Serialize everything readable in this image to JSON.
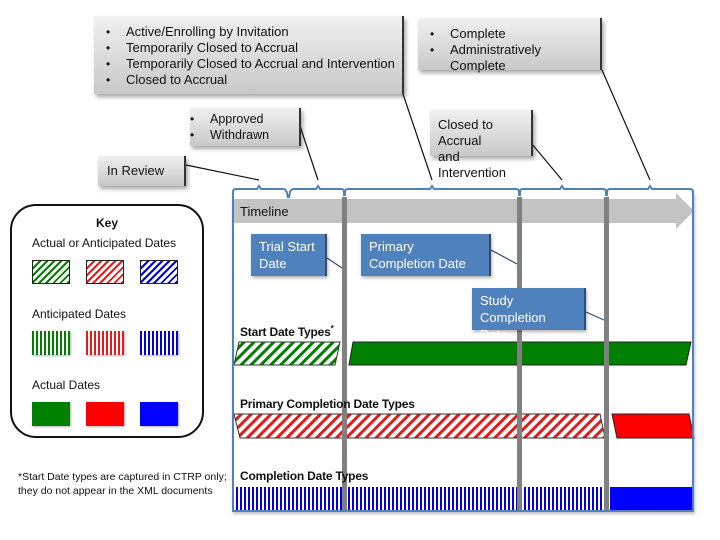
{
  "callouts": {
    "active_group": {
      "items": [
        "Active/Enrolling by Invitation",
        "Temporarily Closed to Accrual",
        "Temporarily Closed to Accrual and Intervention",
        "Closed to Accrual"
      ]
    },
    "complete_group": {
      "items": [
        "Complete",
        "Administratively Complete"
      ]
    },
    "approved_group": {
      "items": [
        "Approved",
        "Withdrawn"
      ]
    },
    "in_review": {
      "label": "In Review"
    },
    "closed_intervention": {
      "line1": "Closed to Accrual",
      "line2": "and Intervention"
    }
  },
  "timeline": {
    "label": "Timeline",
    "milestones": {
      "trial_start": {
        "line1": "Trial Start",
        "line2": "Date"
      },
      "primary_completion": {
        "line1": "Primary",
        "line2": "Completion Date"
      },
      "study_completion": {
        "line1": "Study",
        "line2": "Completion Date"
      }
    },
    "rows": {
      "start": {
        "label": "Start Date Types",
        "marker": "*"
      },
      "primary": {
        "label": "Primary Completion Date Types"
      },
      "completion": {
        "label": "Completion Date Types"
      }
    }
  },
  "key": {
    "title": "Key",
    "groups": [
      {
        "label": "Actual or Anticipated Dates",
        "pattern": "diagonal-hatch"
      },
      {
        "label": "Anticipated Dates",
        "pattern": "vertical-stripes"
      },
      {
        "label": "Actual Dates",
        "pattern": "solid"
      }
    ],
    "colors": {
      "start": "#008000",
      "primary": "#ff0000",
      "completion": "#0000ff"
    }
  },
  "footnote": "*Start Date types are captured in CTRP only; they do not appear in the XML documents"
}
